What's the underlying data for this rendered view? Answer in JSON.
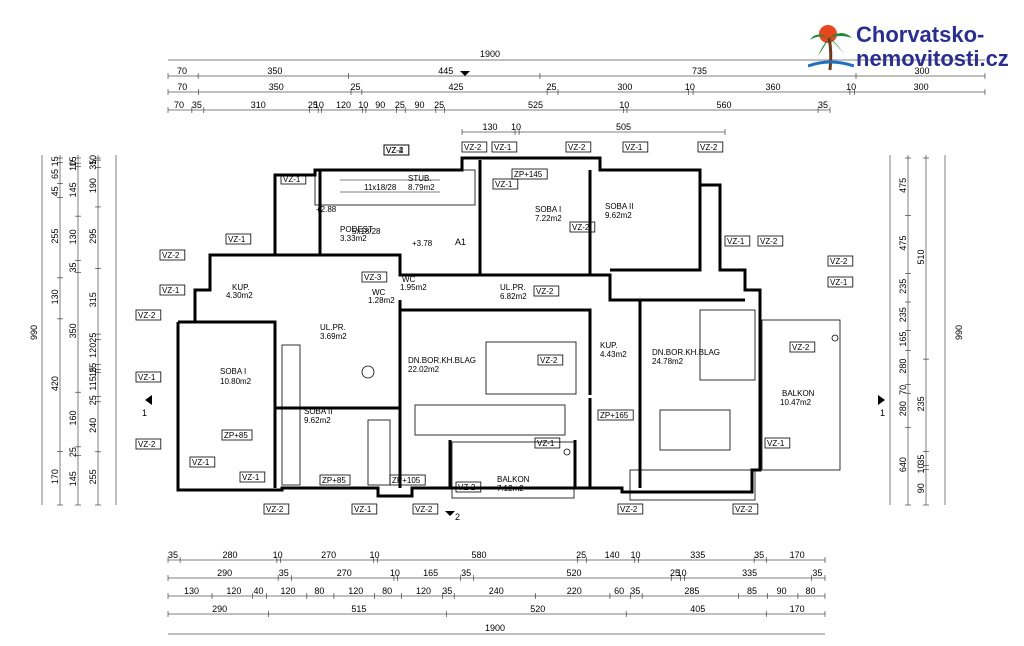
{
  "logo": {
    "line1": "Chorvatsko-",
    "line2": "nemovitosti.cz",
    "colors": {
      "text": "#2a2f8f",
      "palm": "#1e8a3a",
      "sun": "#e8461e"
    }
  },
  "dims": {
    "top_total": "1900",
    "top_row1": [
      "70",
      "350",
      "445",
      "735",
      "300"
    ],
    "top_row2": [
      "70",
      "350",
      "25",
      "425",
      "25",
      "300",
      "10",
      "360",
      "10",
      "300"
    ],
    "top_row3": [
      "70",
      "35",
      "310",
      "25",
      "10",
      "120",
      "10",
      "90",
      "25",
      "90",
      "25",
      "525",
      "10",
      "560",
      "35"
    ],
    "top_inner": [
      "130",
      "10",
      "505"
    ],
    "bottom_row1": [
      "35",
      "280",
      "10",
      "270",
      "10",
      "580",
      "25",
      "140",
      "10",
      "335",
      "35",
      "170"
    ],
    "bottom_row2": [
      "290",
      "35",
      "270",
      "10",
      "165",
      "35",
      "520",
      "25",
      "10",
      "335",
      "35"
    ],
    "bottom_row3": [
      "130",
      "120",
      "40",
      "120",
      "80",
      "120",
      "80",
      "120",
      "35",
      "240",
      "220",
      "60",
      "35",
      "285",
      "85",
      "90",
      "80"
    ],
    "bottom_row4": [
      "290",
      "515",
      "520",
      "405",
      "170"
    ],
    "bottom_total": "1900",
    "left_total": "990",
    "left_outer": [
      "170",
      "420",
      "130",
      "255",
      "45",
      "65",
      "15"
    ],
    "left_mid": [
      "145",
      "25",
      "160",
      "350",
      "35",
      "130",
      "145",
      "10",
      "15"
    ],
    "left_inner": [
      "255",
      "240",
      "25",
      "115",
      "15",
      "25",
      "120",
      "25",
      "315",
      "295",
      "190",
      "35",
      "10"
    ],
    "right_total": "990",
    "right_outer": [
      "640",
      "280",
      "70",
      "280",
      "165",
      "235",
      "235",
      "475",
      "475"
    ],
    "right_inner": [
      "90",
      "10",
      "35",
      "235",
      "510"
    ]
  },
  "rooms": [
    {
      "name": "SOBA I",
      "area": "10.80m2"
    },
    {
      "name": "SOBA II",
      "area": "9.62m2"
    },
    {
      "name": "KUP.",
      "area": "4.30m2"
    },
    {
      "name": "UL.PR.",
      "area": "3.69m2"
    },
    {
      "name": "WC",
      "area": "1.28m2"
    },
    {
      "name": "PODEST",
      "area": "3.33m2"
    },
    {
      "name": "STUB.",
      "area": "8.79m2"
    },
    {
      "name": "DN.BOR.KH.BLAG",
      "area": "22.02m2"
    },
    {
      "name": "UL.PR.",
      "area": "6.82m2"
    },
    {
      "name": "SOBA I",
      "area": "7.22m2"
    },
    {
      "name": "SOBA II",
      "area": "9.62m2"
    },
    {
      "name": "KUP.",
      "area": "4.43m2"
    },
    {
      "name": "DN.BOR.KH.BLAG",
      "area": "24.78m2"
    },
    {
      "name": "BALKON",
      "area": "10.47m2"
    },
    {
      "name": "BALKON",
      "area": "7.12m2"
    },
    {
      "name": "WC",
      "area": "1.95m2"
    }
  ],
  "tags": [
    "VZ-1",
    "VZ-2",
    "VZ-3",
    "VZ-4",
    "ZP+85",
    "ZP+105",
    "ZP+145",
    "ZP+165"
  ],
  "sections": {
    "s1": "1",
    "s2": "2",
    "s3": "A1"
  },
  "stair": {
    "label1": "11x18/28",
    "label2": "5x18/28",
    "lvl1": "+2.88",
    "lvl2": "+3.78"
  }
}
